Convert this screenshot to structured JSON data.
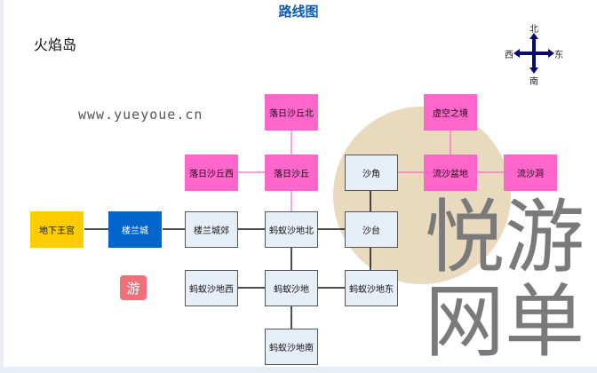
{
  "title": "路线图",
  "region": "火焰岛",
  "compass": {
    "north": "北",
    "south": "南",
    "east": "东",
    "west": "西"
  },
  "nodes": {
    "dixia": "地下王宫",
    "loulan": "楼兰城",
    "loulan_jiao": "楼兰城郊",
    "mayi_bei": "蚂蚁沙地北",
    "shatai": "沙台",
    "shajiao": "沙角",
    "liusha_pendi": "流沙盆地",
    "liusha_dong": "流沙洞",
    "xukong": "虚空之境",
    "luori_bei": "落日沙丘北",
    "luori": "落日沙丘",
    "luori_xi": "落日沙丘西",
    "mayi_xi": "蚂蚁沙地西",
    "mayi": "蚂蚁沙地",
    "mayi_dong": "蚂蚁沙地东",
    "mayi_nan": "蚂蚁沙地南"
  },
  "watermark": {
    "text": "悦游网单",
    "url": "www.yueyoue.cn",
    "badge": "游"
  },
  "colors": {
    "pink": "#ff66cc",
    "yellow": "#ffcc00",
    "blue": "#0066cc",
    "gray": "#e6eef8"
  }
}
